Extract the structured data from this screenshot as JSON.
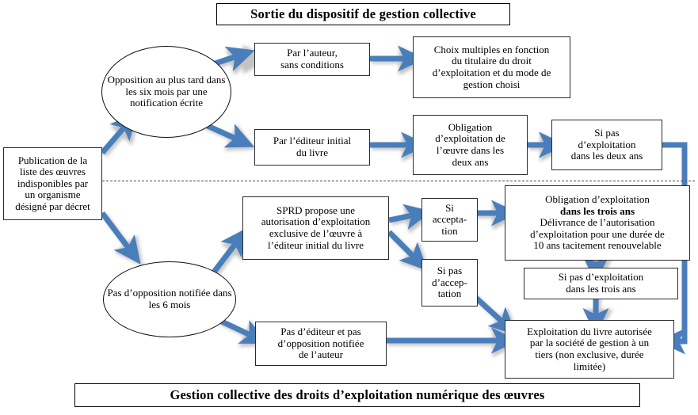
{
  "diagram": {
    "type": "flowchart",
    "title_top": "Sortie du dispositif de gestion collective",
    "title_bottom": "Gestion collective des droits d’exploitation numérique des œuvres",
    "accent_color": "#4a7ebb",
    "node_border_color": "#2b2b2b",
    "background": "#ffffff",
    "divider": "dash-dot horizontal separator between upper (opt-out) branch and lower (collective management) branch"
  },
  "nodes": {
    "publication": {
      "shape": "rectangle",
      "lines": [
        "Publication de la",
        "liste des œuvres",
        "indisponibles par",
        "un organisme",
        "désigné par décret"
      ]
    },
    "opposition": {
      "shape": "ellipse",
      "lines": [
        "Opposition au",
        "plus tard dans les",
        "six mois par une",
        "notification",
        "écrite"
      ]
    },
    "par_auteur": {
      "shape": "rectangle",
      "lines": [
        "Par l’auteur,",
        "sans conditions"
      ]
    },
    "choix_multiples": {
      "shape": "rectangle",
      "lines": [
        "Choix multiples en fonction",
        "du titulaire du droit",
        "d’exploitation et du mode de",
        "gestion choisi"
      ]
    },
    "par_editeur": {
      "shape": "rectangle",
      "lines": [
        "Par l’éditeur initial",
        "du livre"
      ]
    },
    "obligation_deux_ans": {
      "shape": "rectangle",
      "lines": [
        "Obligation",
        "d’exploitation de",
        "l’œuvre dans les",
        "deux ans"
      ]
    },
    "si_pas_expl_deux_ans": {
      "shape": "rectangle",
      "lines": [
        "Si pas",
        "d’exploitation",
        "dans les deux ans"
      ]
    },
    "pas_opposition": {
      "shape": "ellipse",
      "lines": [
        "Pas",
        "d’opposition",
        "notifiée dans les",
        "6 mois"
      ]
    },
    "sprd_propose": {
      "shape": "rectangle",
      "lines": [
        "SPRD propose une",
        "autorisation d’exploitation",
        "exclusive de l’œuvre à",
        "l’éditeur initial du livre"
      ]
    },
    "si_acceptation": {
      "shape": "rectangle",
      "lines": [
        "Si",
        "accepta-",
        "tion"
      ]
    },
    "si_pas_acceptation": {
      "shape": "rectangle",
      "lines": [
        "Si pas",
        "d’accep-",
        "tation"
      ]
    },
    "obligation_trois_ans": {
      "shape": "rectangle",
      "lines": [
        "Obligation d’exploitation",
        "dans les trois ans",
        "Délivrance de l’autorisation",
        "d’exploitation pour une durée de",
        "10 ans tacitement renouvelable"
      ],
      "bold_line_index": 1
    },
    "si_pas_expl_trois_ans": {
      "shape": "rectangle",
      "lines": [
        "Si pas d’exploitation",
        "dans les trois ans"
      ]
    },
    "pas_editeur": {
      "shape": "rectangle",
      "lines": [
        "Pas d’éditeur et pas",
        "d’opposition notifiée",
        "de l’auteur"
      ]
    },
    "exploitation_tiers": {
      "shape": "rectangle",
      "lines": [
        "Exploitation du livre autorisée",
        "par la société de gestion à un",
        "tiers (non exclusive, durée",
        "limitée)"
      ]
    }
  },
  "edges": [
    {
      "from": "publication",
      "to": "opposition",
      "name": "publication-to-opposition"
    },
    {
      "from": "publication",
      "to": "pas_opposition",
      "name": "publication-to-pas-opposition"
    },
    {
      "from": "opposition",
      "to": "par_auteur",
      "name": "opposition-to-par-auteur"
    },
    {
      "from": "opposition",
      "to": "par_editeur",
      "name": "opposition-to-par-editeur"
    },
    {
      "from": "par_auteur",
      "to": "choix_multiples",
      "name": "par-auteur-to-choix-multiples"
    },
    {
      "from": "par_editeur",
      "to": "obligation_deux_ans",
      "name": "par-editeur-to-obligation-deux-ans"
    },
    {
      "from": "obligation_deux_ans",
      "to": "si_pas_expl_deux_ans",
      "name": "obligation-to-si-pas-deux-ans"
    },
    {
      "from": "si_pas_expl_deux_ans",
      "to": "exploitation_tiers",
      "name": "si-pas-deux-ans-to-exploitation"
    },
    {
      "from": "pas_opposition",
      "to": "sprd_propose",
      "name": "pas-opposition-to-sprd"
    },
    {
      "from": "pas_opposition",
      "to": "pas_editeur",
      "name": "pas-opposition-to-pas-editeur"
    },
    {
      "from": "sprd_propose",
      "to": "si_acceptation",
      "name": "sprd-to-si-acceptation"
    },
    {
      "from": "sprd_propose",
      "to": "si_pas_acceptation",
      "name": "sprd-to-si-pas-acceptation"
    },
    {
      "from": "si_acceptation",
      "to": "obligation_trois_ans",
      "name": "si-acceptation-to-obligation-trois-ans"
    },
    {
      "from": "obligation_trois_ans",
      "to": "si_pas_expl_trois_ans",
      "name": "obligation-trois-ans-to-si-pas-expl"
    },
    {
      "from": "si_pas_expl_trois_ans",
      "to": "exploitation_tiers",
      "name": "si-pas-expl-trois-ans-to-exploitation"
    },
    {
      "from": "si_pas_acceptation",
      "to": "exploitation_tiers",
      "name": "si-pas-acceptation-to-exploitation"
    },
    {
      "from": "pas_editeur",
      "to": "exploitation_tiers",
      "name": "pas-editeur-to-exploitation"
    }
  ]
}
